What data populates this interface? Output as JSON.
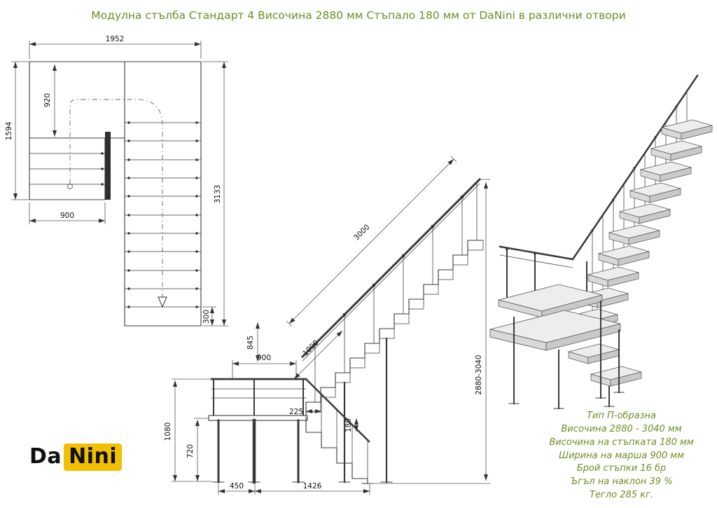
{
  "title": "Модулна стълба  Стандарт 4 Височина 2880 мм Стъпало 180 мм от DaNini в различни отвори",
  "logo": {
    "part1": "Da",
    "part2": "Nini"
  },
  "specs": {
    "lines": [
      "Тип П-образна",
      "Височина 2880 - 3040 мм",
      "Височина на стъпката 180 мм",
      "Ширина на марша 900 мм",
      "Брой стъпки 16 бр",
      "Ъгъл на наклон 39 %",
      "Тегло 285 кг."
    ]
  },
  "plan_dims": {
    "total_width": "1952",
    "landing_depth": "920",
    "left_length": "1594",
    "march_width": "900",
    "flight_length": "3133",
    "tread_depth": "300"
  },
  "elev_dims": {
    "flight_slope": "3000",
    "rail_height": "845",
    "march_width": "900",
    "lower_slope": "1000",
    "tread_run": "225",
    "riser_height": "180",
    "landing_rail_height": "1080",
    "landing_height": "720",
    "post_spacing": "450",
    "base_run": "1426",
    "total_height": "2880-3040"
  },
  "colors": {
    "accent_green": "#6b8e23",
    "logo_yellow": "#f3c000",
    "line_dark": "#3a3a3a"
  }
}
